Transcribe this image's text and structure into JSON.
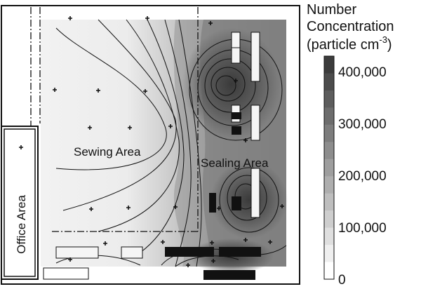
{
  "chart_data": {
    "type": "heatmap",
    "colorbar": {
      "title_lines": [
        "Number",
        "Concentration"
      ],
      "unit_prefix": "(particle cm",
      "unit_exponent": "-3",
      "unit_suffix": ")",
      "ticks": [
        "400,000",
        "300,000",
        "200,000",
        "100,000",
        "0"
      ],
      "tick_values": [
        400000,
        300000,
        200000,
        100000,
        0
      ],
      "range": [
        0,
        430000
      ],
      "levels": 13,
      "color_low": "#ffffff",
      "color_high": "#3c3c3c"
    },
    "area_labels": {
      "sewing": "Sewing Area",
      "sealing": "Sealing Area",
      "office": "Office Area"
    },
    "grid": false
  }
}
